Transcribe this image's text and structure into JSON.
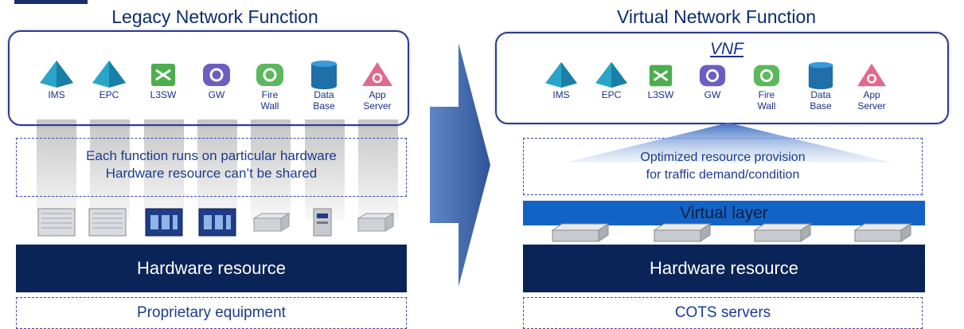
{
  "legacy": {
    "title": "Legacy Network Function",
    "functions": [
      "IMS",
      "EPC",
      "L3SW",
      "GW",
      "Fire Wall",
      "Data Base",
      "App Server"
    ],
    "note_line1": "Each function runs on particular hardware",
    "note_line2": "Hardware resource can’t be shared",
    "hardware_label": "Hardware resource",
    "bottom_label": "Proprietary equipment"
  },
  "virtual": {
    "title": "Virtual Network Function",
    "vnf_label": "VNF",
    "functions": [
      "IMS",
      "EPC",
      "L3SW",
      "GW",
      "Fire Wall",
      "Data Base",
      "App Server"
    ],
    "note_line1": "Optimized resource provision",
    "note_line2": "for traffic demand/condition",
    "virtual_layer_label": "Virtual layer",
    "hardware_label": "Hardware resource",
    "bottom_label": "COTS servers"
  },
  "icons": [
    "pyramid-icon",
    "pyramid-icon",
    "switch-icon",
    "gateway-icon",
    "firewall-icon",
    "database-icon",
    "app-server-icon"
  ],
  "colors": {
    "navy": "#0b2457",
    "blue": "#1363c6",
    "text_blue": "#1a3c8e",
    "panel_border": "#2e3a8c"
  }
}
